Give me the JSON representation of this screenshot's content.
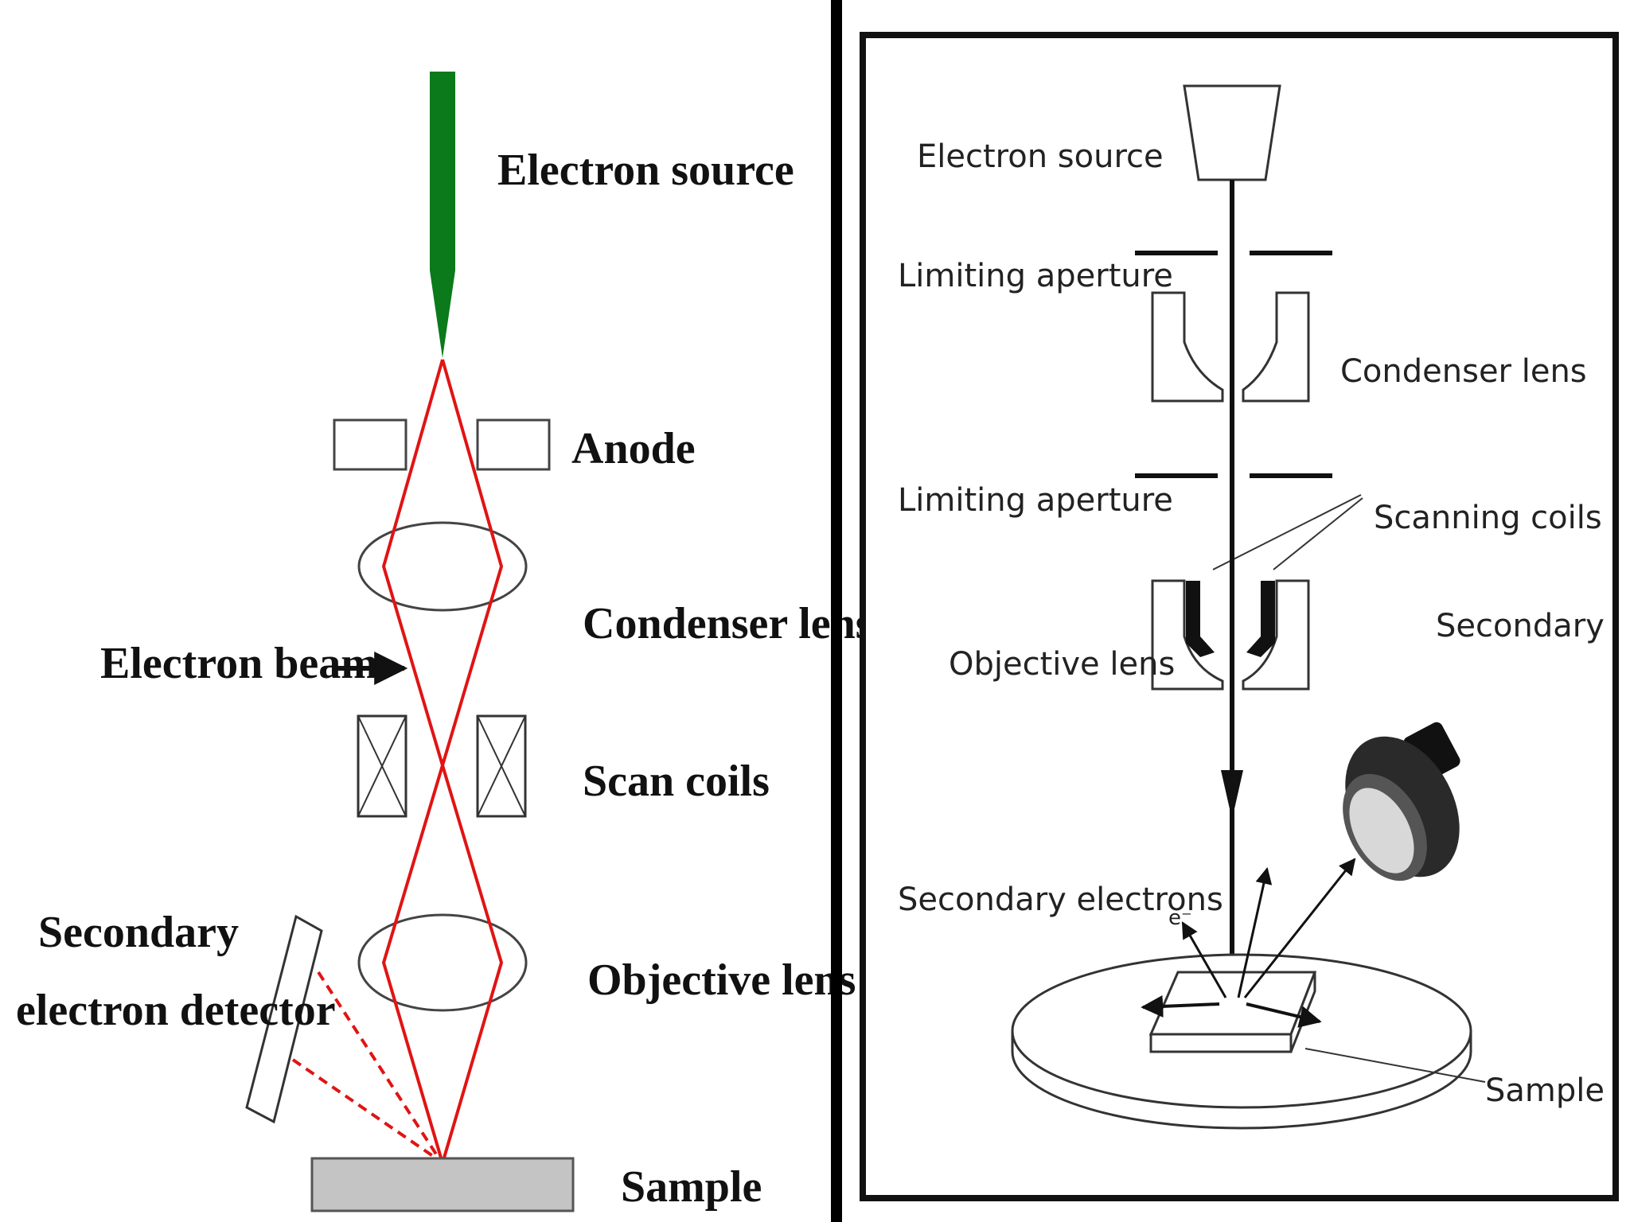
{
  "left_panel": {
    "labels": {
      "electron_source": "Electron source",
      "anode": "Anode",
      "condenser_lense": "Condenser lense",
      "electron_beam": "Electron beam",
      "scan_coils": "Scan coils",
      "secondary_detector_line1": "Secondary",
      "secondary_detector_line2": "electron detector",
      "objective_lens": "Objective lens",
      "sample": "Sample"
    },
    "colors": {
      "source": "#0a7a1a",
      "beam": "#e01414",
      "sample": "#c4c4c4"
    }
  },
  "right_panel": {
    "labels": {
      "electron_source": "Electron source",
      "limiting_aperture_1": "Limiting aperture",
      "condenser_lens": "Condenser lens",
      "limiting_aperture_2": "Limiting aperture",
      "scanning_coils": "Scanning coils",
      "secondary": "Secondary",
      "objective_lens": "Objective lens",
      "secondary_electrons": "Secondary electrons",
      "electron_symbol": "e⁻",
      "sample": "Sample"
    },
    "colors": {
      "detector": "#2a2a2a",
      "detector_face": "#d8d8d8"
    }
  },
  "divider_color": "#000000"
}
